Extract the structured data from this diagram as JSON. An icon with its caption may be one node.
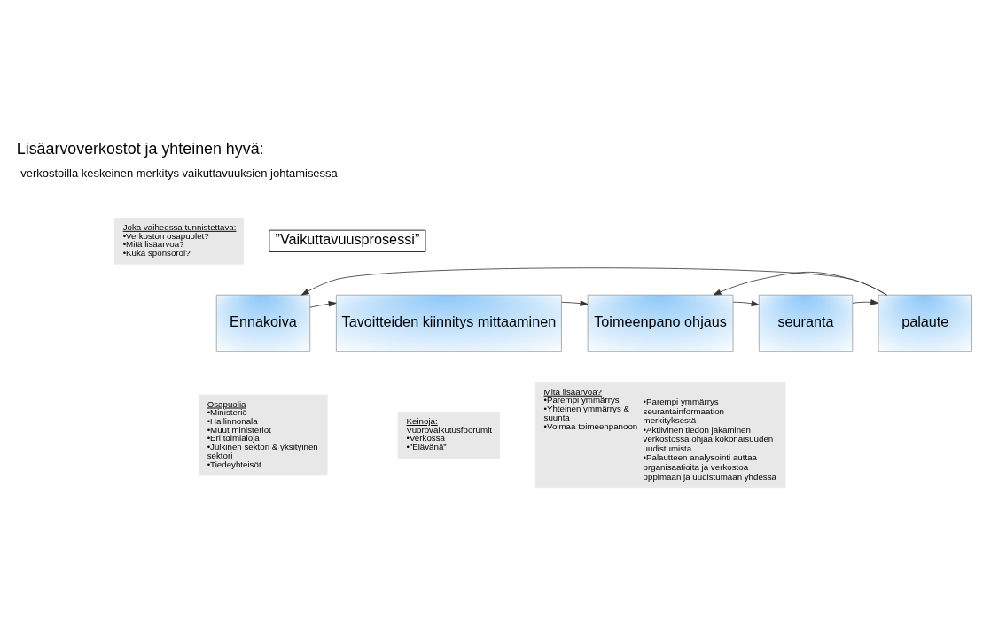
{
  "diagram": {
    "title": "Lisäarvoverkostot ja yhteinen hyvä:",
    "nodes": [
      {
        "text": [
          "Joka vaiheessa tunnistettava:",
          "•Verkoston osapuolet?",
          "•Mitä lisäarvoa?",
          "•Kuka sponsoroi?"
        ]
      },
      {
        "text": [
          "”Vaikuttavuusprosessi”"
        ]
      },
      {
        "text": [
          "Ennakoiva"
        ]
      },
      {
        "text": [
          "Tavoitteiden kiinnitys mittaaminen"
        ]
      },
      {
        "text": [
          "Toimeenpano ohjaus"
        ]
      },
      {
        "text": [
          "seuranta"
        ]
      },
      {
        "text": [
          "palaute"
        ]
      },
      {
        "text": [
          "Osapuolia",
          "•Ministeriö",
          "•Hallinnonala",
          "•Muut ministeriöt",
          "•Eri toimialoja",
          "•Julkinen sektori & yksityinen sektori",
          "•Tiedeyhteisöt"
        ]
      },
      {
        "text": [
          "Keinoja:",
          "Vuorovaikutusfoorumit",
          "•Verkossa",
          "•”Elävänä”"
        ]
      },
      {
        "text": [
          "Mitä lisäarvoa?",
          "•Parempi ymmärrys",
          "•Yhteinen ymmärrys & suunta",
          "•Voimaa toimeenpanoon",
          "•Parempi ymmärrys seurantainformaation merkityksestä",
          "•Aktiivinen tiedon jakaminen verkostossa ohjaa kokonaisuuden uudistumista",
          "•Palautteen analysointi auttaa organisaatioita ja verkostoa oppimaan ja uudistumaan yhdessä"
        ]
      }
    ],
    "edges": [
      {
        "from": 2,
        "to": 3,
        "arrow": "to"
      },
      {
        "from": 3,
        "to": 4,
        "arrow": "to"
      },
      {
        "from": 4,
        "to": 5,
        "arrow": "to"
      },
      {
        "from": 5,
        "to": 6,
        "arrow": "to"
      },
      {
        "from": 6,
        "to": 2,
        "arrow": "to"
      },
      {
        "from": 6,
        "to": 4,
        "arrow": "to"
      }
    ],
    "labels": [
      "verkostoilla keskeinen merkitys vaikuttavuuksien johtamisessa"
    ]
  }
}
